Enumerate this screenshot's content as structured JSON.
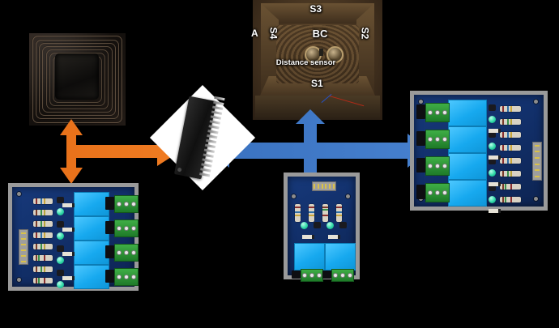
{
  "diagram": {
    "title": "Smart bin control system block diagram",
    "background_color": "#000000",
    "nodes": {
      "rfid_reader": {
        "name": "RFID antenna coil",
        "position": "top-left"
      },
      "microcontroller": {
        "name": "Microcontroller DIP IC",
        "chip_marking": "",
        "position": "center"
      },
      "bin": {
        "name": "Bin with ultrasonic distance sensor",
        "position": "top-center",
        "labels": {
          "side_a": "A",
          "sensor_top": "S3",
          "sensor_right": "S2",
          "sensor_left": "S4",
          "sensor_bottom": "S1",
          "bin_code": "BC",
          "sensor_caption": "Distance sensor"
        }
      },
      "relay_board_left": {
        "name": "4-channel relay module",
        "channels": 4,
        "position": "bottom-left"
      },
      "relay_board_center": {
        "name": "2-channel relay module",
        "channels": 2,
        "position": "bottom-center"
      },
      "relay_board_right": {
        "name": "4-channel relay module",
        "channels": 4,
        "position": "right"
      }
    },
    "arrows": [
      {
        "id": "orange-connector",
        "color": "#E8711A",
        "shape": "vertical double-headed with right arm",
        "links": [
          "rfid_reader",
          "relay_board_left",
          "microcontroller"
        ]
      },
      {
        "id": "blue-connector",
        "color": "#3A72C0",
        "shape": "four-way cross",
        "links": [
          "microcontroller",
          "bin",
          "relay_board_center",
          "relay_board_right"
        ]
      }
    ]
  }
}
